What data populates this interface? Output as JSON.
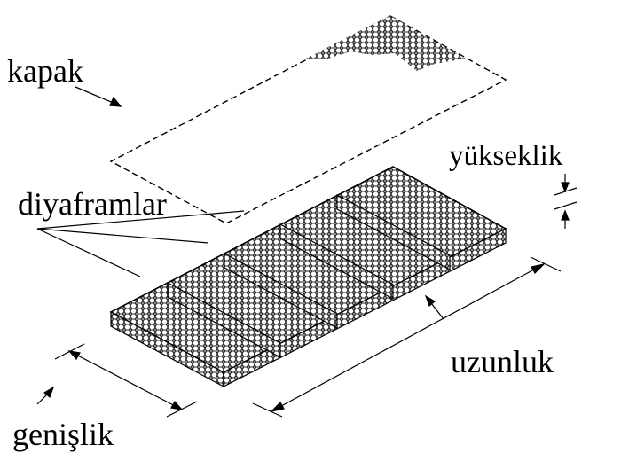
{
  "labels": {
    "lid": "kapak",
    "diaphragms": "diyaframlar",
    "height": "yükseklik",
    "length": "uzunluk",
    "width": "genişlik"
  },
  "colors": {
    "ink": "#000000",
    "mesh": "#333333",
    "background": "#ffffff"
  }
}
